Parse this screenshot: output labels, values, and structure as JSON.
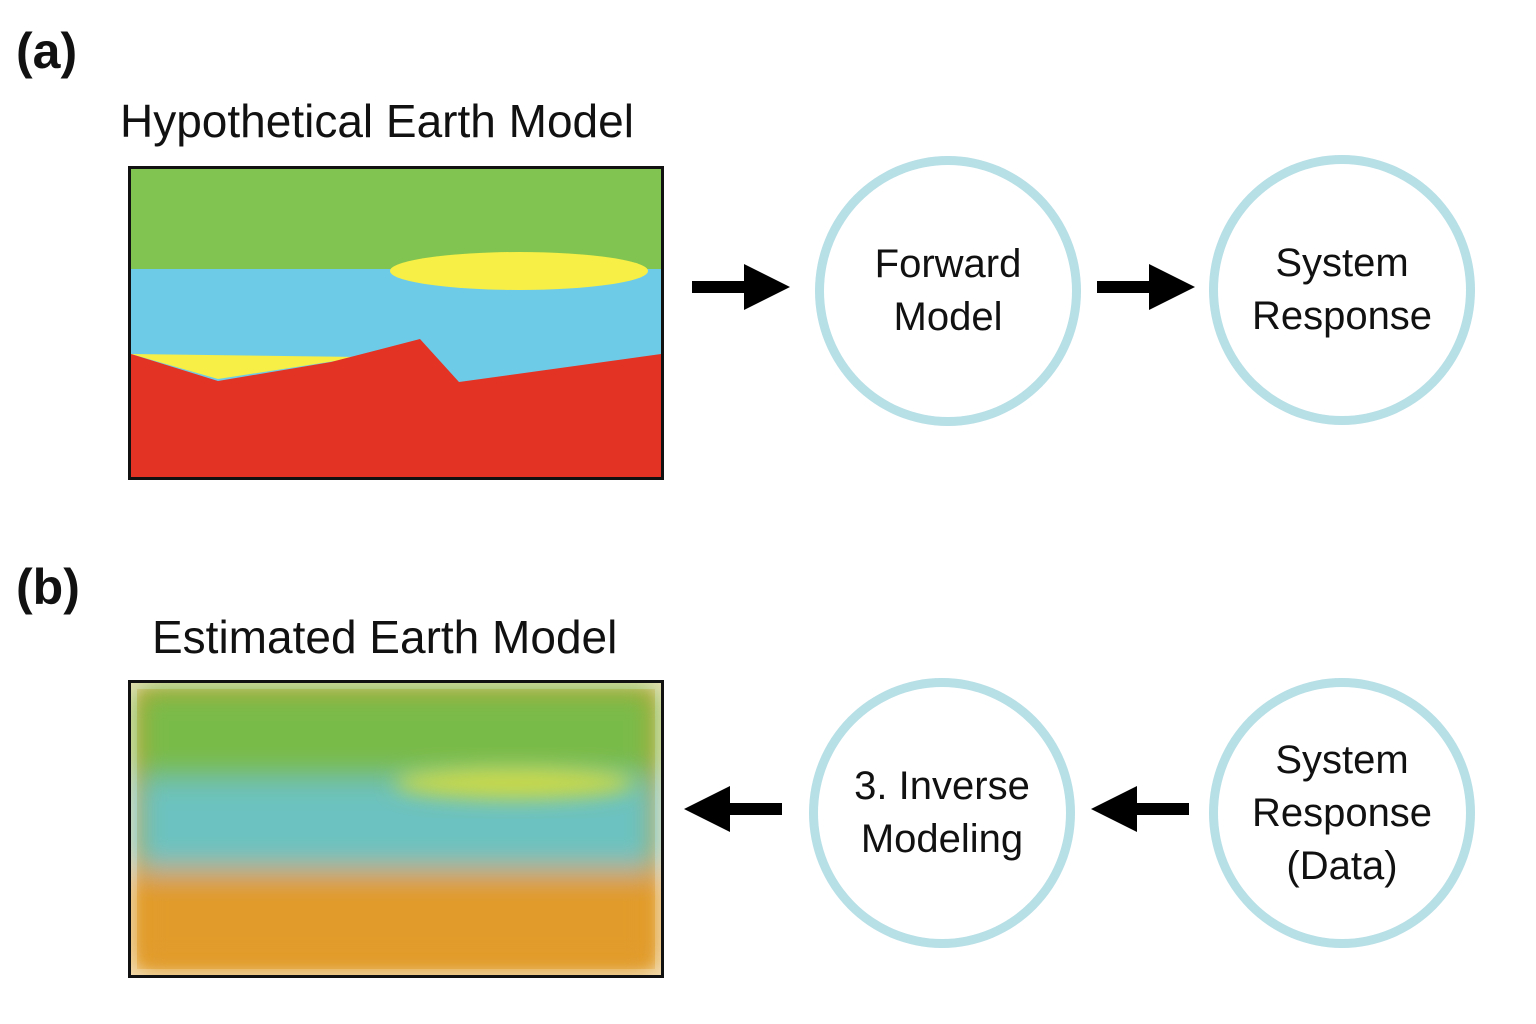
{
  "panel_a": {
    "label": "(a)",
    "title": "Hypothetical Earth Model",
    "forward_model": "Forward\nModel",
    "system_response": "System\nResponse",
    "colors": {
      "green": "#82c451",
      "blue": "#6ecbe8",
      "yellow": "#f7ef45",
      "red": "#e33324"
    }
  },
  "panel_b": {
    "label": "(b)",
    "title": "Estimated Earth Model",
    "inverse_modeling": "3. Inverse\nModeling",
    "system_response_data": "System\nResponse\n(Data)",
    "colors": {
      "green": "#79bb48",
      "teal": "#6cc2c0",
      "yellow": "#c9d94a",
      "orange": "#e19b2c"
    }
  },
  "colors": {
    "circle_border": "#b7dfe6",
    "arrow": "#000000",
    "box_border": "#111111"
  },
  "icons": {
    "right_arrow": "right-arrow-icon",
    "left_arrow": "left-arrow-icon"
  }
}
